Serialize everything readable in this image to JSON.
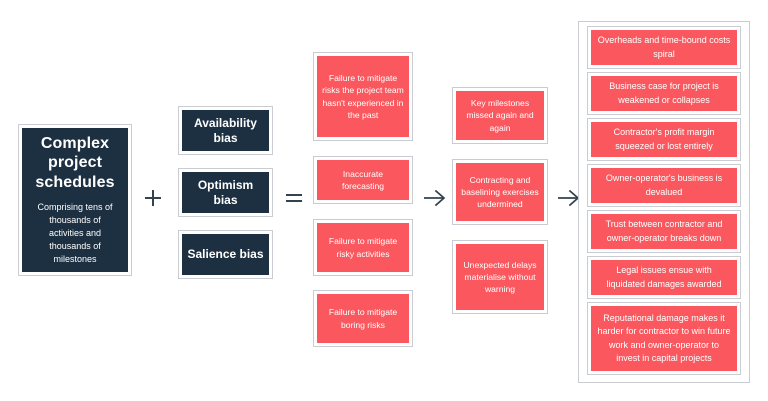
{
  "diagram": {
    "title": "Complex project schedules cognitive bias cause-and-effect chain",
    "colors": {
      "navy": "#1d3042",
      "red": "#fa585e",
      "frame": "#c9cdd1",
      "text_light": "#ffffff",
      "operator": "#33424e",
      "background": "#ffffff"
    },
    "hero": {
      "title": "Complex project schedules",
      "subtitle": "Comprising tens of thousands of activities and thousands of milestones"
    },
    "operators": [
      {
        "name": "plus",
        "glyph": "+"
      },
      {
        "name": "equals",
        "glyph": "="
      },
      {
        "name": "arrow-right-1",
        "glyph": "→"
      },
      {
        "name": "arrow-right-2",
        "glyph": "→"
      }
    ],
    "biases": [
      {
        "label": "Availability bias"
      },
      {
        "label": "Optimism bias"
      },
      {
        "label": "Salience bias"
      }
    ],
    "failures": [
      {
        "label": "Failure to mitigate risks the project team hasn't experienced in the past"
      },
      {
        "label": "Inaccurate forecasting"
      },
      {
        "label": "Failure to mitigate risky activities"
      },
      {
        "label": "Failure to mitigate boring risks"
      }
    ],
    "symptoms": [
      {
        "label": "Key milestones missed again and again"
      },
      {
        "label": "Contracting and baselining exercises undermined"
      },
      {
        "label": "Unexpected delays materialise without warning"
      }
    ],
    "consequences": [
      {
        "label": "Overheads and time-bound costs spiral"
      },
      {
        "label": "Business case for project is weakened or collapses"
      },
      {
        "label": "Contractor's profit margin squeezed or lost entirely"
      },
      {
        "label": "Owner-operator's business is devalued"
      },
      {
        "label": "Trust between contractor and owner-operator breaks down"
      },
      {
        "label": "Legal issues ensue with liquidated damages awarded"
      },
      {
        "label": "Reputational damage makes it harder for contractor to win future work and owner-operator to invest in capital projects"
      }
    ]
  }
}
